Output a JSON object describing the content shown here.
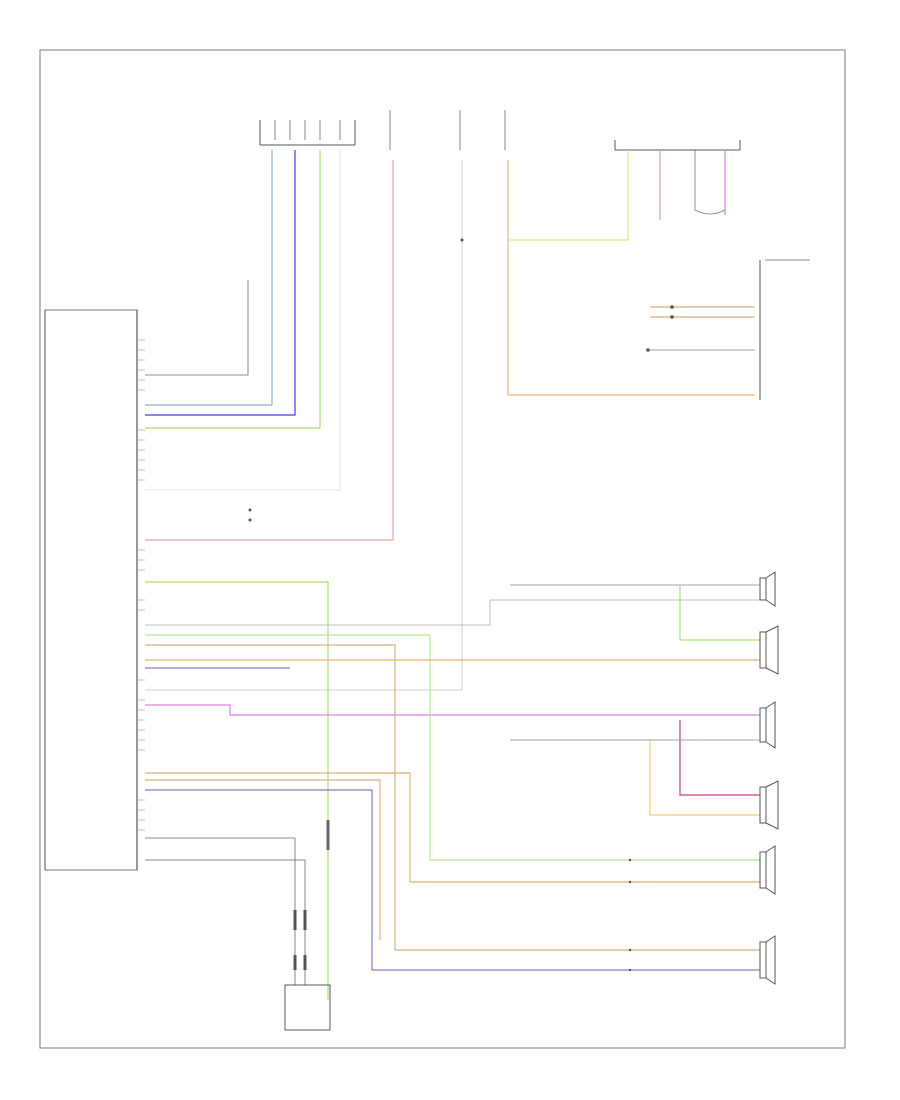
{
  "footer": {
    "figure_code": ""
  },
  "modules": {
    "audio_control": {
      "label": ""
    },
    "top": [
      {
        "id": "module-1",
        "label": ""
      },
      {
        "id": "module-2",
        "label": ""
      },
      {
        "id": "module-3",
        "label": ""
      },
      {
        "id": "module-4",
        "label": ""
      },
      {
        "id": "module-5",
        "label": ""
      },
      {
        "id": "module-6",
        "label": ""
      }
    ],
    "right_connector": {
      "label": ""
    },
    "speakers": [
      {
        "id": "left-front-speaker",
        "label": ""
      },
      {
        "id": "left-front-tweeter",
        "label": ""
      },
      {
        "id": "right-front-speaker",
        "label": ""
      },
      {
        "id": "right-front-tweeter",
        "label": ""
      },
      {
        "id": "left-rear-speaker",
        "label": ""
      },
      {
        "id": "right-rear-speaker",
        "label": ""
      }
    ],
    "antenna_module": {
      "label": ""
    }
  },
  "wire_colors": {
    "blue_gray": "#8fb3c8",
    "blue": "#3a3aff",
    "green": "#a8e06a",
    "red": "#f2a0a0",
    "yellow": "#e8e08a",
    "orange": "#f0b070",
    "pink": "#e080e0",
    "magenta": "#c040c0",
    "violet": "#8080c8",
    "tan": "#d8b080",
    "light_gray": "#c8c8c8",
    "dark_gray": "#666666"
  }
}
